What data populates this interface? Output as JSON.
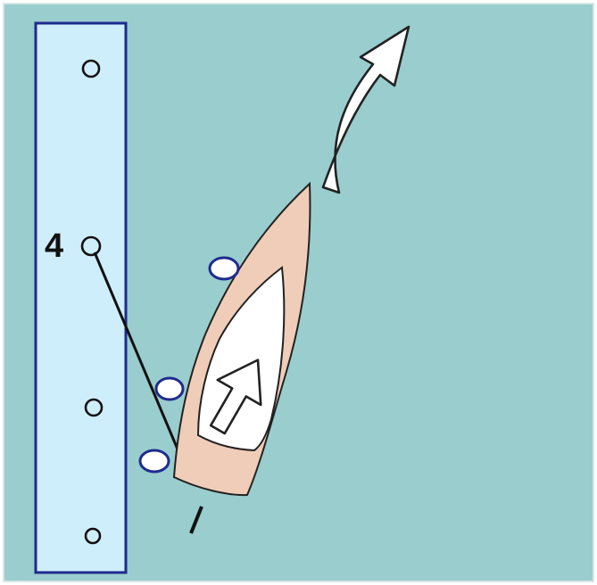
{
  "diagram": {
    "cleat_label": "4",
    "colors": {
      "water": "#9acdcd",
      "dock_fill": "#cfeefc",
      "dock_border": "#1f2b8e",
      "boat_hull": "#efcdb8",
      "boat_outline": "#222222",
      "fender_fill": "#ffffff",
      "fender_border": "#1f2b8e",
      "arrow_fill": "#ffffff",
      "line": "#111111"
    },
    "elements": {
      "dock": "dock-pontoon",
      "cleats": [
        "cleat-1",
        "cleat-4",
        "cleat-3",
        "cleat-2"
      ],
      "boat": "boat",
      "fenders": 3,
      "motion": "departure-arrow",
      "engine_thrust": "thrust-arrow"
    }
  }
}
